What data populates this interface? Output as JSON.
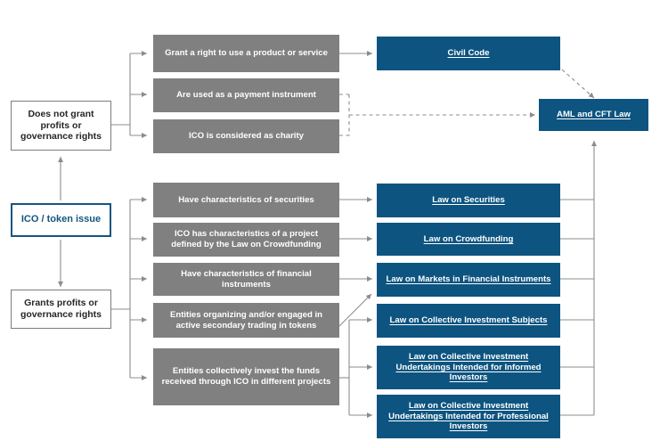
{
  "diagram": {
    "title": "ICO / token issue legal qualification flowchart",
    "colors": {
      "gray_box": "#808080",
      "blue_box": "#0d5480",
      "start_border": "#14567f",
      "start_text": "#14567f",
      "root_border": "#7c7c7c",
      "root_text": "#262626",
      "connector": "#8c8c8c",
      "background": "#ffffff"
    },
    "nodes": {
      "start": {
        "label": "ICO / token issue"
      },
      "branch_no_rights": {
        "label": "Does not grant profits or governance rights"
      },
      "branch_grants_rights": {
        "label": "Grants profits or governance rights"
      },
      "criteria": [
        {
          "id": "product-or-service",
          "label": "Grant a right to use a product or service"
        },
        {
          "id": "payment-instrument",
          "label": "Are used as a payment instrument"
        },
        {
          "id": "charity",
          "label": "ICO is considered as charity"
        },
        {
          "id": "securities",
          "label": "Have characteristics of securities"
        },
        {
          "id": "crowdfunding",
          "label": "ICO has characteristics of a project defined by the Law on Crowdfunding"
        },
        {
          "id": "financial-instruments",
          "label": "Have characteristics of financial instruments"
        },
        {
          "id": "secondary-trading",
          "label": "Entities organizing and/or engaged in active secondary trading in tokens"
        },
        {
          "id": "collective-invest",
          "label": "Entities collectively invest the funds received through ICO in different projects"
        }
      ],
      "laws": [
        {
          "id": "civil-code",
          "label": "Civil Code"
        },
        {
          "id": "aml-cft",
          "label": "AML and CFT Law"
        },
        {
          "id": "securities",
          "label": "Law on Securities"
        },
        {
          "id": "crowdfunding",
          "label": "Law on Crowdfunding "
        },
        {
          "id": "markets-financial-instruments",
          "label": "Law on Markets in Financial Instruments"
        },
        {
          "id": "collective-investment-subjects",
          "label": "Law on Collective Investment Subjects"
        },
        {
          "id": "collective-investment-informed",
          "label": "Law on Collective Investment Undertakings Intended for Informed Investors"
        },
        {
          "id": "collective-investment-professional",
          "label": "Law on Collective Investment Undertakings Intended for Professional Investors"
        }
      ]
    }
  }
}
